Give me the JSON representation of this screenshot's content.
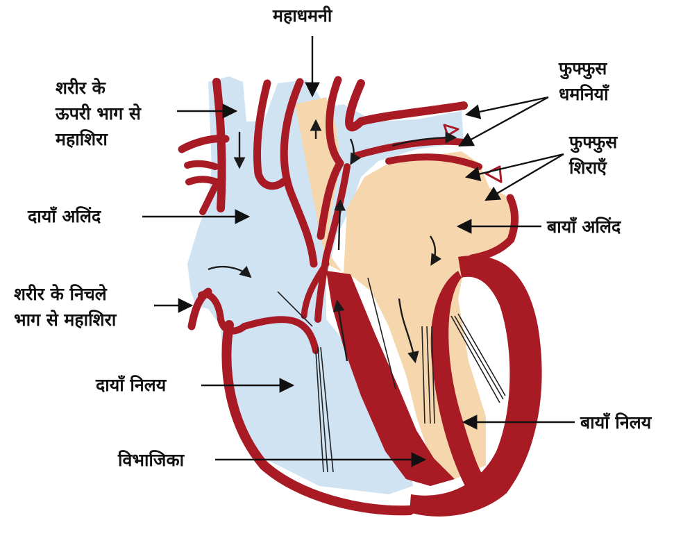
{
  "diagram": {
    "colors": {
      "muscle": "#a81a24",
      "muscle_dark": "#7a0e16",
      "right_side_blood": "#cfe3f3",
      "left_side_blood": "#f6d6ad",
      "arrow": "#111111",
      "flow_arrow": "#1a1a1a"
    },
    "labels": {
      "aorta": "महाधमनी",
      "pulmonary_arteries": "फुफ्फुस\nधमनियाँ",
      "superior_vena_cava": "शरीर के\nऊपरी भाग से\nमहाशिरा",
      "pulmonary_veins": "फुफ्फुस\nशिराएँ",
      "right_atrium": "दायाँ अलिंद",
      "left_atrium": "बायाँ अलिंद",
      "inferior_vena_cava": "शरीर के निचले\nभाग से महाशिरा",
      "right_ventricle": "दायाँ निलय",
      "left_ventricle": "बायाँ निलय",
      "septum": "विभाजिका"
    }
  }
}
